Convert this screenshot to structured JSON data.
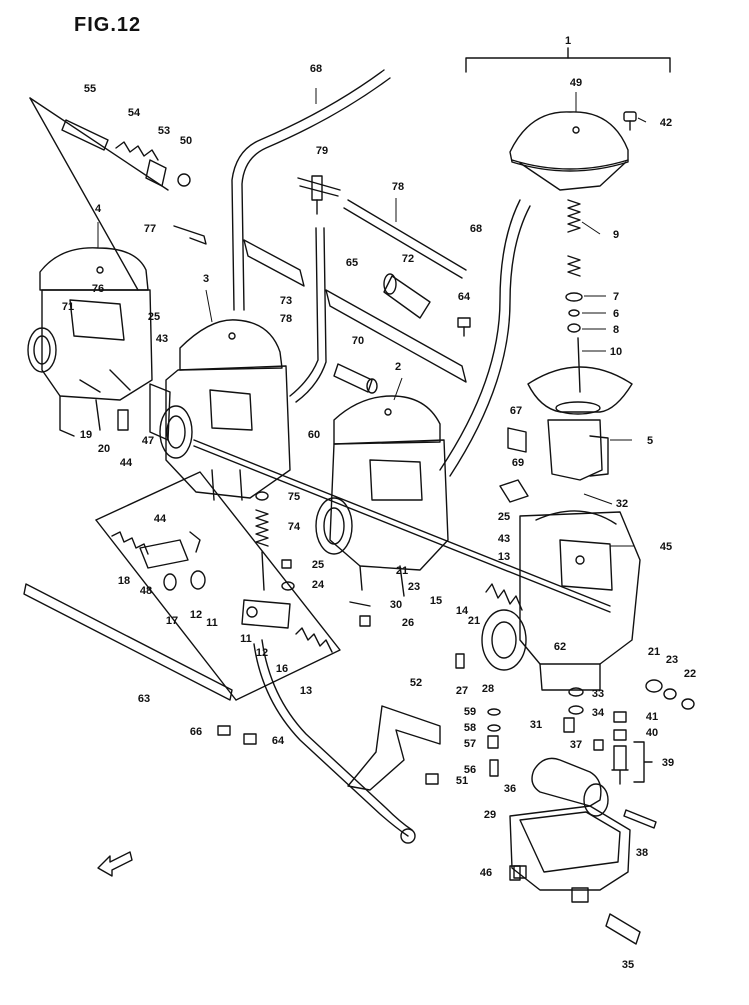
{
  "figure": {
    "title": "FIG.12"
  },
  "part_labels": [
    {
      "id": "1"
    },
    {
      "id": "49"
    },
    {
      "id": "42"
    },
    {
      "id": "9"
    },
    {
      "id": "7"
    },
    {
      "id": "6"
    },
    {
      "id": "8"
    },
    {
      "id": "10"
    },
    {
      "id": "5"
    },
    {
      "id": "32"
    },
    {
      "id": "45"
    },
    {
      "id": "68a",
      "text": "68"
    },
    {
      "id": "68b",
      "text": "68"
    },
    {
      "id": "79"
    },
    {
      "id": "78a",
      "text": "78"
    },
    {
      "id": "72"
    },
    {
      "id": "65"
    },
    {
      "id": "64a",
      "text": "64"
    },
    {
      "id": "73"
    },
    {
      "id": "78b",
      "text": "78"
    },
    {
      "id": "70"
    },
    {
      "id": "2"
    },
    {
      "id": "3"
    },
    {
      "id": "4"
    },
    {
      "id": "55"
    },
    {
      "id": "54"
    },
    {
      "id": "53"
    },
    {
      "id": "50"
    },
    {
      "id": "77"
    },
    {
      "id": "76"
    },
    {
      "id": "71"
    },
    {
      "id": "25a",
      "text": "25"
    },
    {
      "id": "43a",
      "text": "43"
    },
    {
      "id": "19"
    },
    {
      "id": "20"
    },
    {
      "id": "44a",
      "text": "44"
    },
    {
      "id": "47"
    },
    {
      "id": "60"
    },
    {
      "id": "75"
    },
    {
      "id": "74"
    },
    {
      "id": "67"
    },
    {
      "id": "69"
    },
    {
      "id": "25b",
      "text": "25"
    },
    {
      "id": "43b",
      "text": "43"
    },
    {
      "id": "13a",
      "text": "13"
    },
    {
      "id": "44b",
      "text": "44"
    },
    {
      "id": "18"
    },
    {
      "id": "48a",
      "text": "48"
    },
    {
      "id": "17"
    },
    {
      "id": "12a",
      "text": "12"
    },
    {
      "id": "11a",
      "text": "11"
    },
    {
      "id": "25c",
      "text": "25"
    },
    {
      "id": "24"
    },
    {
      "id": "21a",
      "text": "21"
    },
    {
      "id": "23a",
      "text": "23"
    },
    {
      "id": "15"
    },
    {
      "id": "14"
    },
    {
      "id": "21b",
      "text": "21"
    },
    {
      "id": "30"
    },
    {
      "id": "26"
    },
    {
      "id": "11b",
      "text": "11"
    },
    {
      "id": "12b",
      "text": "12"
    },
    {
      "id": "16"
    },
    {
      "id": "13b",
      "text": "13"
    },
    {
      "id": "63"
    },
    {
      "id": "62"
    },
    {
      "id": "21c",
      "text": "21"
    },
    {
      "id": "23b",
      "text": "23"
    },
    {
      "id": "22"
    },
    {
      "id": "27"
    },
    {
      "id": "28"
    },
    {
      "id": "52"
    },
    {
      "id": "33"
    },
    {
      "id": "34"
    },
    {
      "id": "59"
    },
    {
      "id": "58"
    },
    {
      "id": "57"
    },
    {
      "id": "31"
    },
    {
      "id": "41"
    },
    {
      "id": "40"
    },
    {
      "id": "37"
    },
    {
      "id": "39"
    },
    {
      "id": "56"
    },
    {
      "id": "51"
    },
    {
      "id": "36"
    },
    {
      "id": "66"
    },
    {
      "id": "64b",
      "text": "64"
    },
    {
      "id": "29"
    },
    {
      "id": "38"
    },
    {
      "id": "46"
    },
    {
      "id": "35"
    }
  ]
}
